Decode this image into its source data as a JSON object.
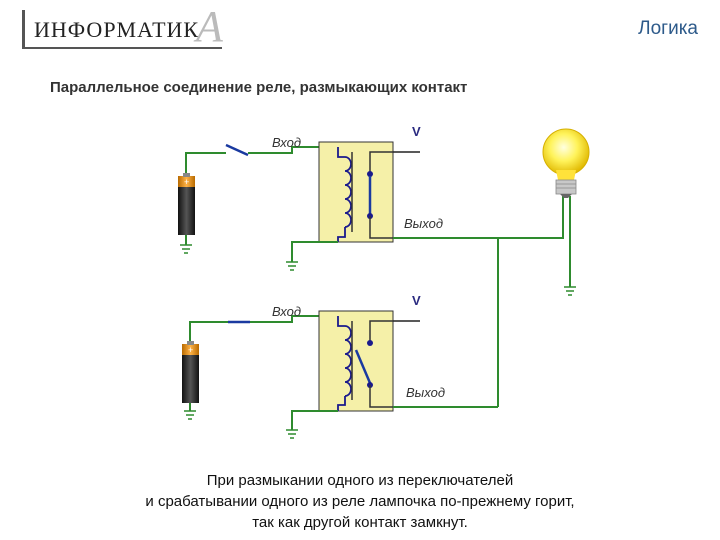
{
  "header": {
    "logo_text": "ИНФОРМАТИК",
    "logo_letter": "А",
    "section": "Логика"
  },
  "title": "Параллельное соединение реле, размыкающих контакт",
  "diagram": {
    "relay_top": {
      "input_label": "Вход",
      "output_label": "Выход",
      "voltage_label": "V"
    },
    "relay_bottom": {
      "input_label": "Вход",
      "output_label": "Выход",
      "voltage_label": "V"
    }
  },
  "caption": {
    "line1": "При размыкании одного из переключателей",
    "line2": "и срабатывании одного из реле лампочка по-прежнему горит,",
    "line3": "так как другой контакт замкнут."
  },
  "colors": {
    "wire": "#2e8b2e",
    "relay_body": "#f5f0a8",
    "coil": "#1a1a8c",
    "switch": "#1a3aa0",
    "lamp": "#ffe23a"
  }
}
